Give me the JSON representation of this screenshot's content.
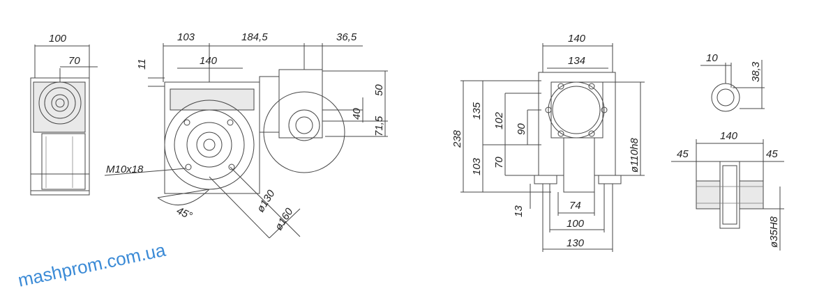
{
  "watermark": "mashprom.com.ua",
  "view_side": {
    "dims": {
      "width_100": "100",
      "width_70": "70"
    }
  },
  "view_front": {
    "dims": {
      "d103": "103",
      "d184_5": "184,5",
      "d36_5": "36,5",
      "d140": "140",
      "d11": "11",
      "d50": "50",
      "d40": "40",
      "d71_5": "71,5",
      "thread": "M10x18",
      "angle": "45°",
      "dia130": "ø130",
      "dia160": "ø160"
    }
  },
  "view_flange": {
    "dims": {
      "d140": "140",
      "d134": "134",
      "d238": "238",
      "d135": "135",
      "d102": "102",
      "d90": "90",
      "d103": "103",
      "d70": "70",
      "dia110": "ø110h8",
      "d13": "13",
      "d74": "74",
      "d100": "100",
      "d130": "130"
    }
  },
  "view_shaft": {
    "dims": {
      "d10": "10",
      "d38_3": "38,3",
      "d140": "140",
      "d45_left": "45",
      "d45_right": "45",
      "dia35": "ø35H8"
    }
  }
}
